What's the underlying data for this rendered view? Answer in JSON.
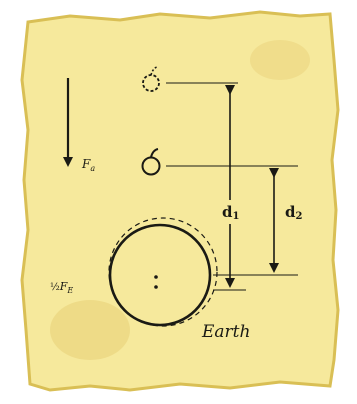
{
  "labels": {
    "force_apple": "F",
    "force_apple_sub": "a",
    "force_earth_prefix": "½",
    "force_earth": "F",
    "force_earth_sub": "E",
    "distance_1": "d",
    "distance_1_sub": "1",
    "distance_2": "d",
    "distance_2_sub": "2",
    "earth": "Earth"
  },
  "colors": {
    "paper": "#f6e99c",
    "paper_edge": "#d9bf55",
    "stain": "#ead27a",
    "ink": "#1a1a14"
  }
}
